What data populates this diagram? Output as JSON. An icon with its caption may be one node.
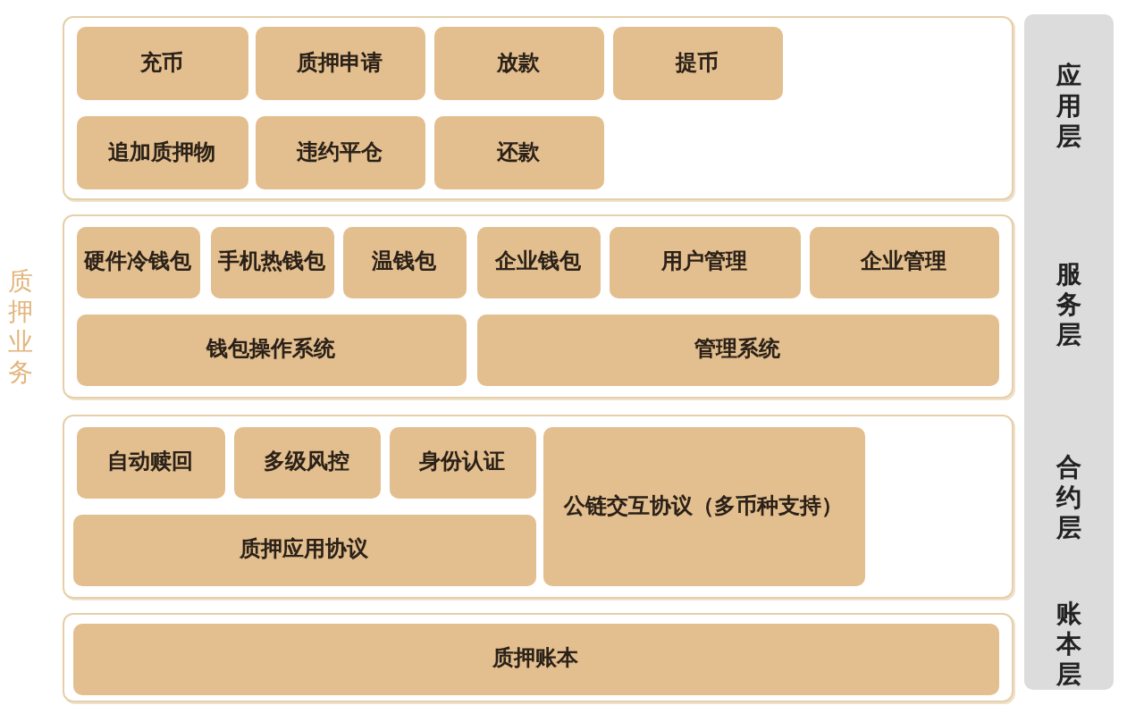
{
  "diagram": {
    "nodes": [
      {
        "text": [],
        "shape": "box"
      },
      {
        "text": [
          "充币"
        ],
        "in": 0
      },
      {
        "text": [
          "质押申请"
        ],
        "in": 0
      },
      {
        "text": [
          "放款"
        ],
        "in": 0
      },
      {
        "text": [
          "提币"
        ],
        "in": 0
      },
      {
        "text": [
          "追加质押物"
        ],
        "in": 0
      },
      {
        "text": [
          "违约平仓"
        ],
        "in": 0
      },
      {
        "text": [
          "还款"
        ],
        "in": 0
      },
      {
        "text": [],
        "shape": "box"
      },
      {
        "text": [
          "硬件冷钱包"
        ],
        "in": 8
      },
      {
        "text": [
          "手机热钱包"
        ],
        "in": 8
      },
      {
        "text": [
          "温钱包"
        ],
        "in": 8
      },
      {
        "text": [
          "企业钱包"
        ],
        "in": 8
      },
      {
        "text": [
          "用户管理"
        ],
        "in": 8
      },
      {
        "text": [
          "企业管理"
        ],
        "in": 8
      },
      {
        "text": [
          "钱包操作系统"
        ],
        "in": 8
      },
      {
        "text": [
          "管理系统"
        ],
        "in": 8
      },
      {
        "text": [],
        "shape": "box"
      },
      {
        "text": [
          "自动赎回"
        ],
        "in": 17
      },
      {
        "text": [
          "多级风控"
        ],
        "in": 17
      },
      {
        "text": [
          "身份认证"
        ],
        "in": 17
      },
      {
        "text": [
          "质押应用协议"
        ],
        "in": 17
      },
      {
        "text": [
          "公链交互协议（多币种支持）"
        ],
        "in": 17
      },
      {
        "text": [],
        "shape": "box"
      },
      {
        "text": [
          "质押账本"
        ],
        "in": 23
      },
      {
        "text": [
          "应用层",
          "服务层",
          "合约层",
          "账本层"
        ]
      }
    ],
    "edges": [],
    "labels": [
      "质押业务"
    ]
  }
}
